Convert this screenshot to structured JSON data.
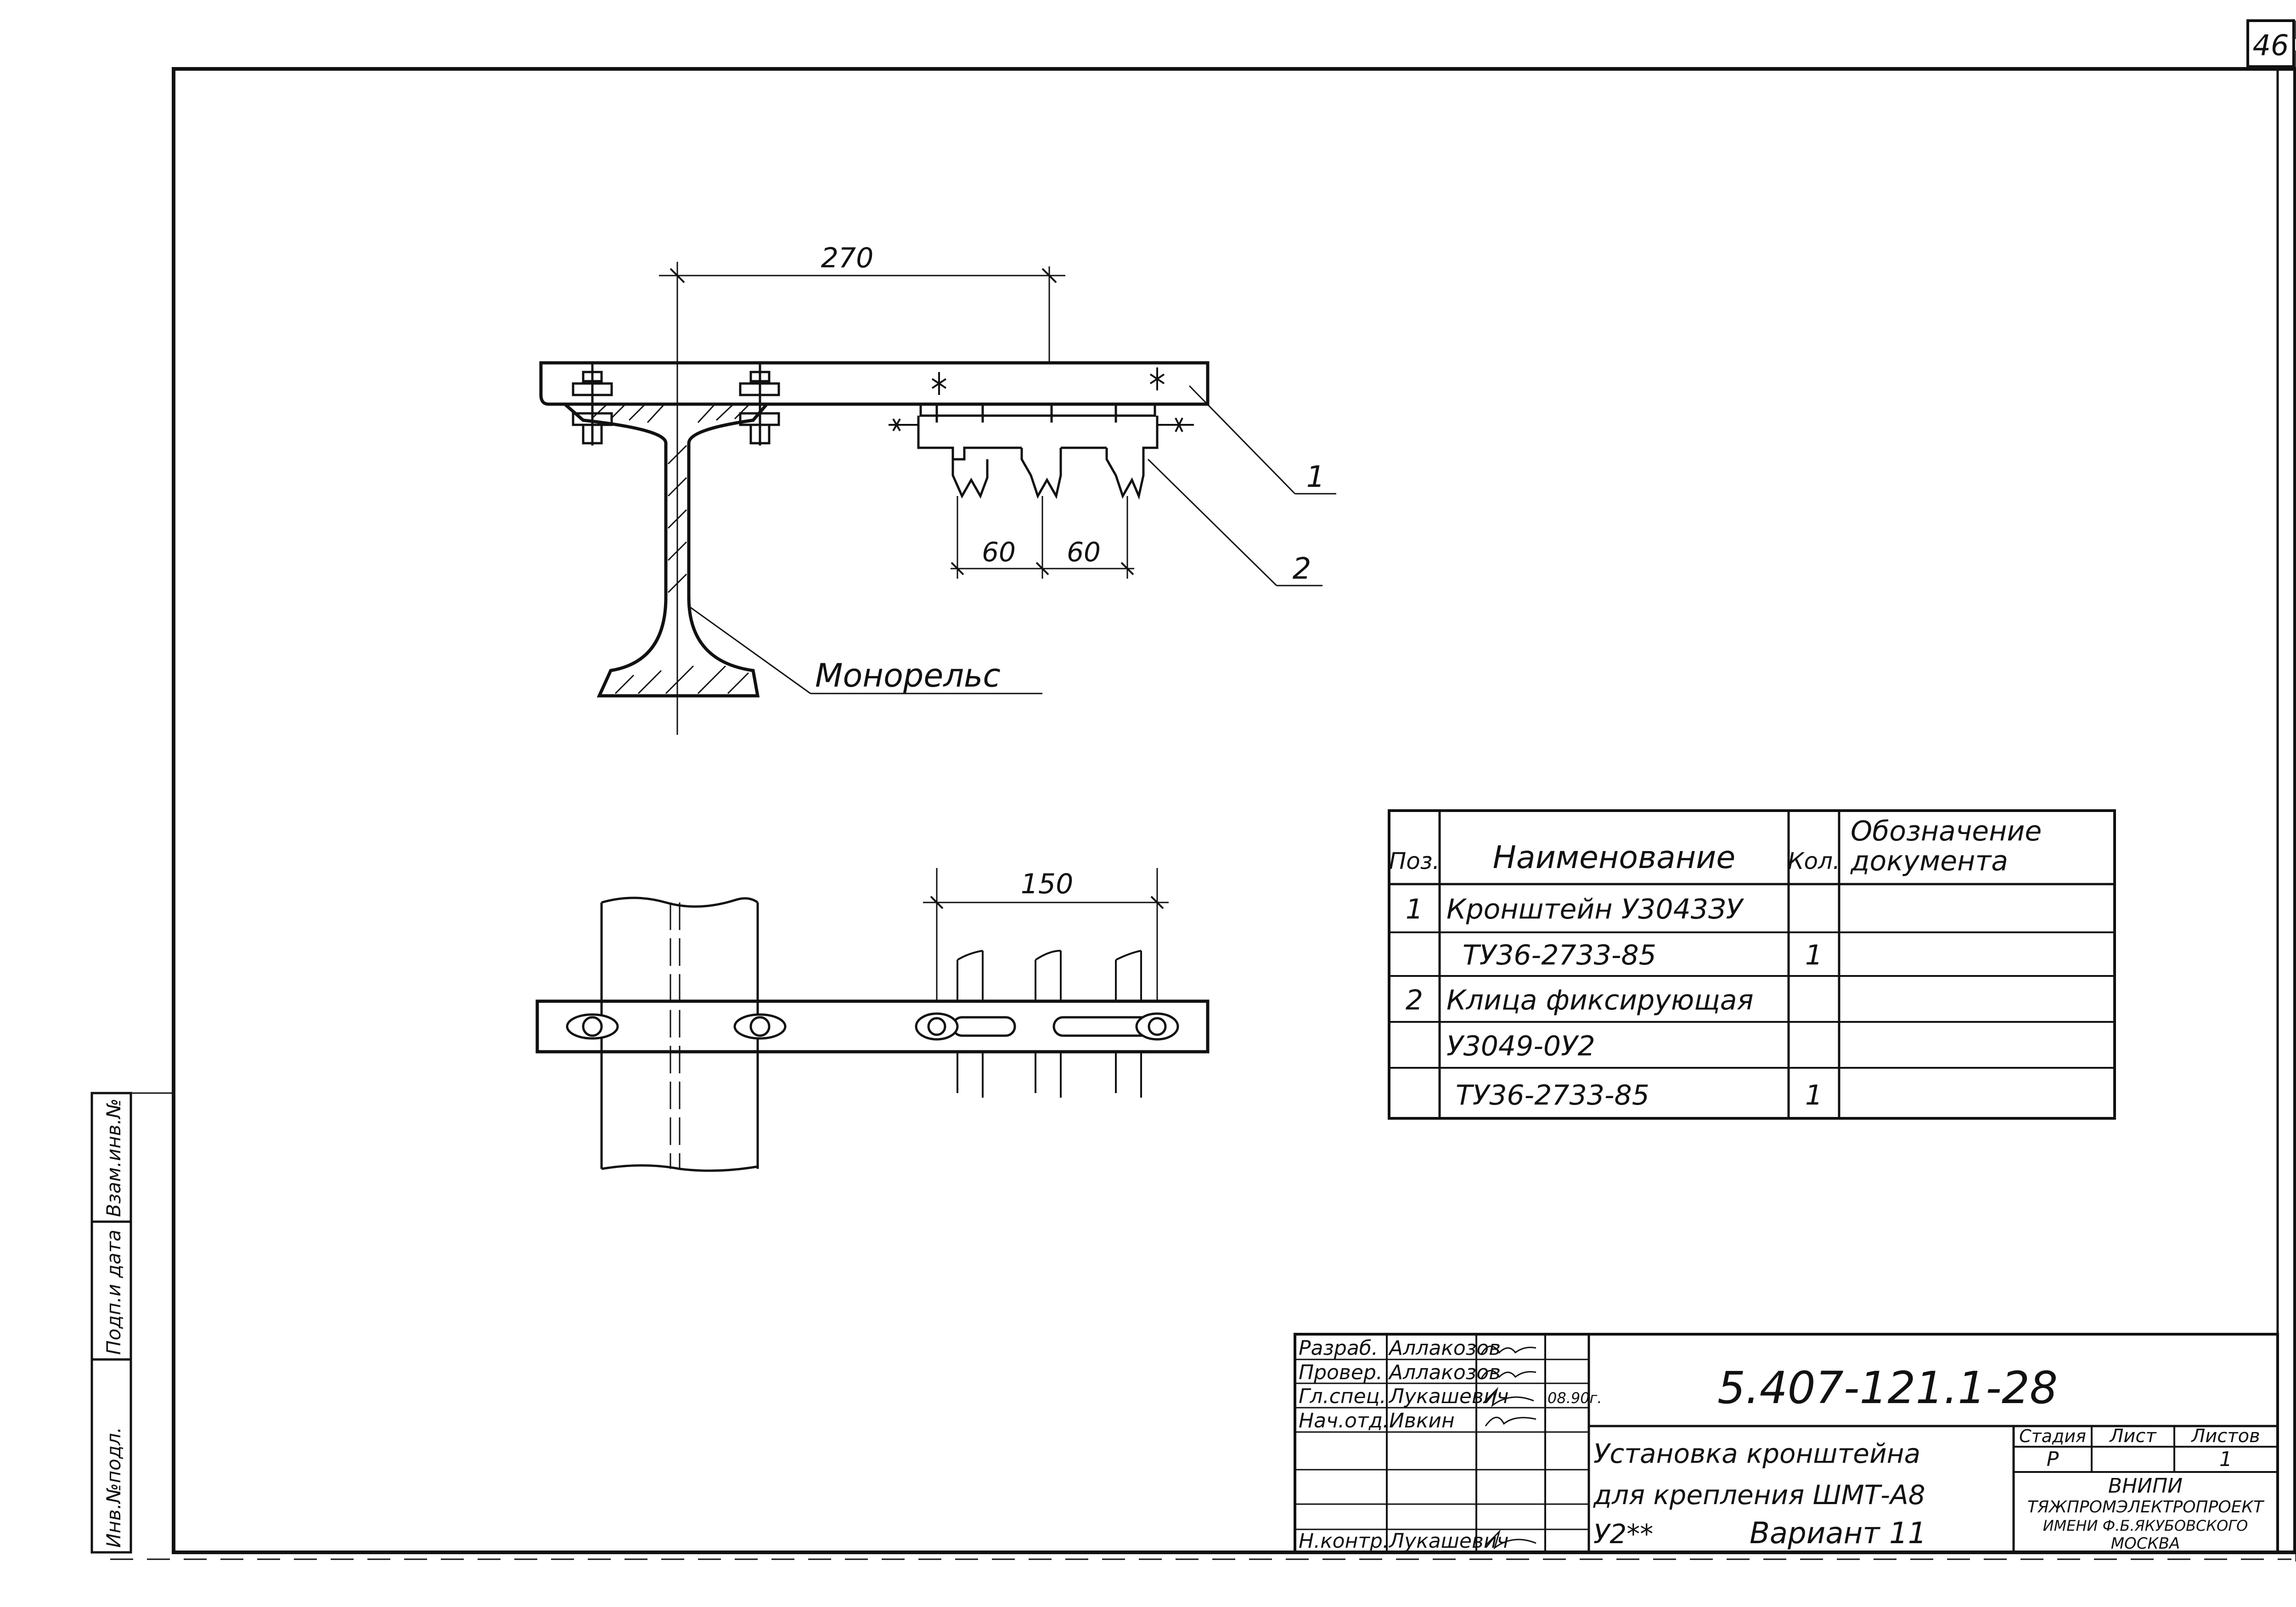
{
  "sheet_number": "46",
  "dimensions": {
    "top_width": "270",
    "pitch_left": "60",
    "pitch_right": "60",
    "plan_spacing": "150"
  },
  "callouts": {
    "pos1": "1",
    "pos2": "2",
    "monorail": "Монорельс"
  },
  "spec_table": {
    "headers": {
      "pos": "Поз.",
      "name": "Наименование",
      "qty": "Кол.",
      "designation_line1": "Обозначение",
      "designation_line2": "документа"
    },
    "rows": [
      {
        "pos": "1",
        "name": "Кронштейн У3043ЗУ",
        "qty": "",
        "doc": ""
      },
      {
        "pos": "",
        "name": "ТУ36-2733-85",
        "qty": "1",
        "doc": ""
      },
      {
        "pos": "2",
        "name": "Клица фиксирующая",
        "qty": "",
        "doc": ""
      },
      {
        "pos": "",
        "name": "У3049-0У2",
        "qty": "",
        "doc": ""
      },
      {
        "pos": "",
        "name": "ТУ36-2733-85",
        "qty": "1",
        "doc": ""
      }
    ]
  },
  "side_stamp": {
    "inv_orig": "Инв.№подл.",
    "sign_date": "Подп.и дата",
    "replace_inv": "Взам.инв.№"
  },
  "title_block": {
    "doc_code": "5.407-121.1-28",
    "roles": [
      {
        "role": "Разраб.",
        "name": "Аллакозов"
      },
      {
        "role": "Провер.",
        "name": "Аллакозов"
      },
      {
        "role": "Гл.спец.",
        "name": "Лукашевич"
      },
      {
        "role": "Нач.отд.",
        "name": "Ивкин"
      },
      {
        "role": "",
        "name": ""
      },
      {
        "role": "",
        "name": ""
      },
      {
        "role": "Н.контр.",
        "name": "Лукашевич"
      }
    ],
    "date": "08.90г.",
    "title_line1": "Установка кронштейна",
    "title_line2": "для крепления ШМТ-А8",
    "title_line3_left": "У2**",
    "title_line3_right": "Вариант 11",
    "stage_header": "Стадия",
    "sheet_header": "Лист",
    "sheets_header": "Листов",
    "stage": "Р",
    "sheet": "",
    "sheets": "1",
    "org_line1": "ВНИПИ",
    "org_line2": "ТЯЖПРОМЭЛЕКТРОПРОЕКТ",
    "org_line3": "ИМЕНИ Ф.Б.ЯКУБОВСКОГО",
    "org_line4": "МОСКВА"
  }
}
